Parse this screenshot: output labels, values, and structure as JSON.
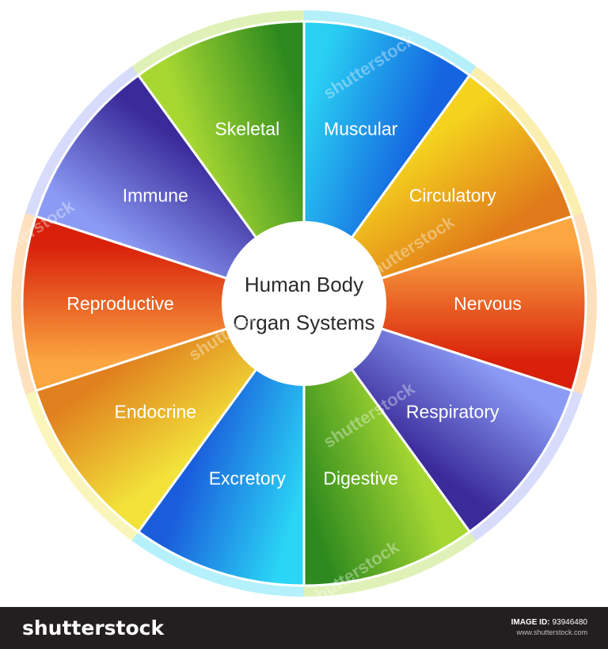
{
  "diagram": {
    "center_title_line1": "Human Body",
    "center_title_line2": "Organ Systems",
    "segments": [
      {
        "label": "Muscular",
        "color_light": "#29d0f2",
        "color_dark": "#1565e0"
      },
      {
        "label": "Circulatory",
        "color_light": "#f4d21e",
        "color_dark": "#e07a1a"
      },
      {
        "label": "Nervous",
        "color_light": "#fba640",
        "color_dark": "#d8200a"
      },
      {
        "label": "Respiratory",
        "color_light": "#8b9bf5",
        "color_dark": "#3a2b9a"
      },
      {
        "label": "Digestive",
        "color_light": "#a7d832",
        "color_dark": "#2e8a1e"
      },
      {
        "label": "Excretory",
        "color_light": "#2ad6f5",
        "color_dark": "#1a5ddc"
      },
      {
        "label": "Endocrine",
        "color_light": "#f2e23a",
        "color_dark": "#e0801e"
      },
      {
        "label": "Reproductive",
        "color_light": "#fba640",
        "color_dark": "#d8200a"
      },
      {
        "label": "Immune",
        "color_light": "#8b9bf5",
        "color_dark": "#3a2b9a"
      },
      {
        "label": "Skeletal",
        "color_light": "#a7d832",
        "color_dark": "#2e8a1e"
      }
    ]
  },
  "watermarks": [
    "shutterstock",
    "shutterstock",
    "shutterstock",
    "shutterstock",
    "shutterstock",
    "shutterstock",
    "shutterstock"
  ],
  "footer": {
    "logo": "shutterstock",
    "image_id_label": "IMAGE ID:",
    "image_id": "93946480",
    "site": "www.shutterstock.com"
  }
}
